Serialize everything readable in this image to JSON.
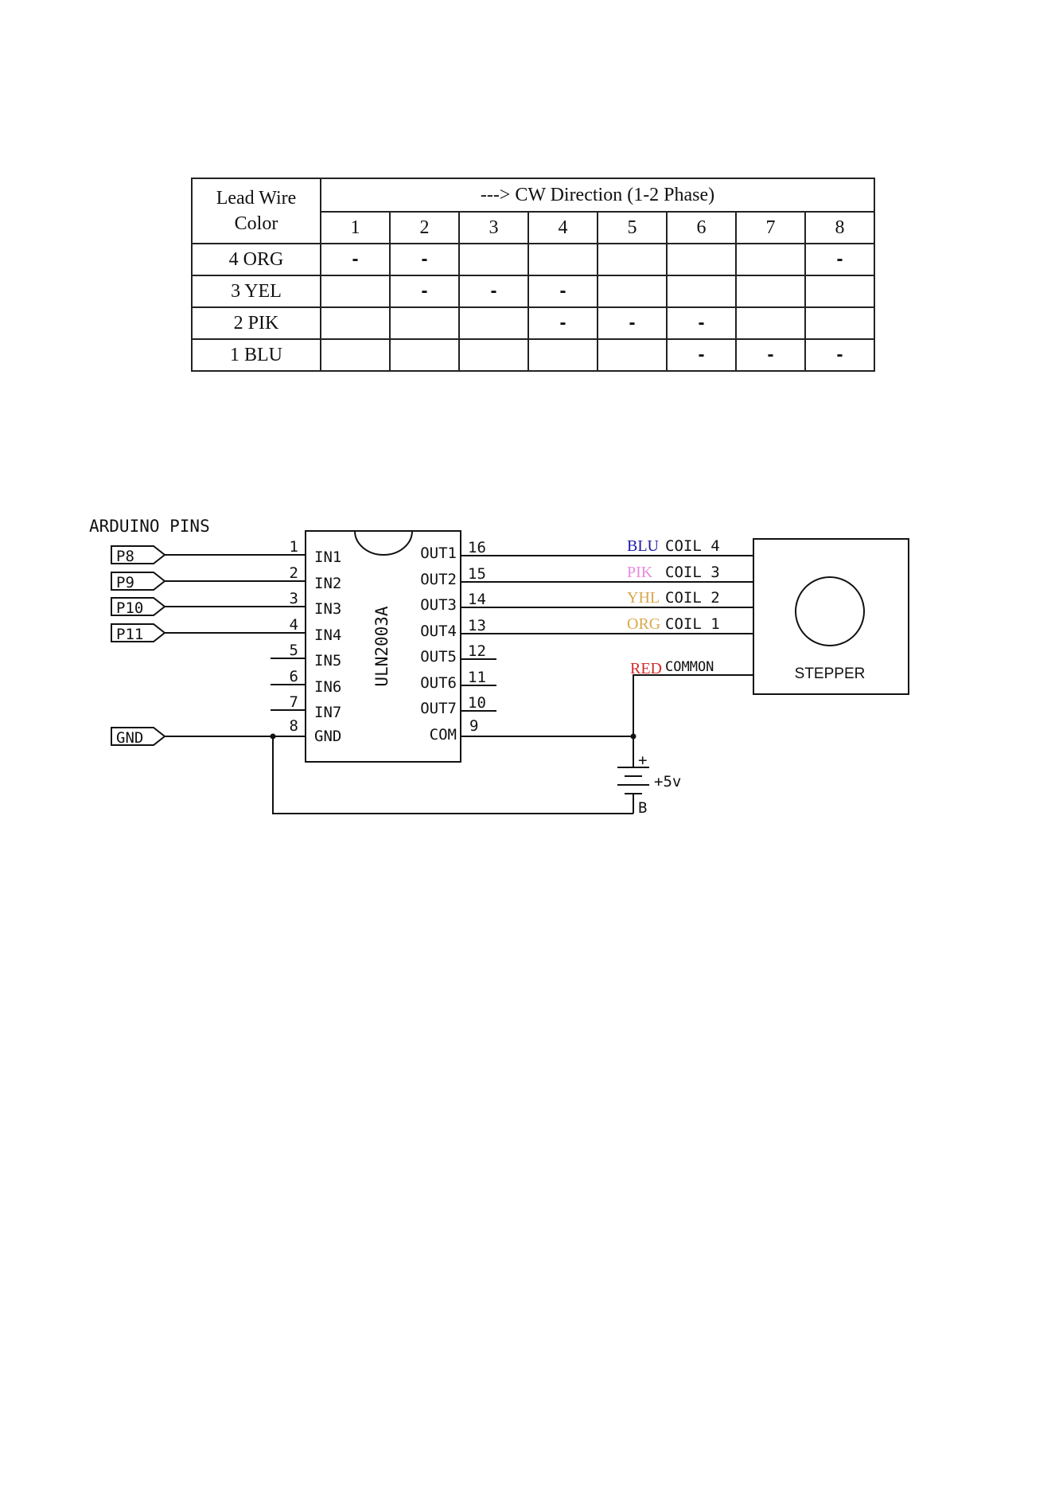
{
  "phase_table": {
    "corner_header": [
      "Lead Wire",
      "Color"
    ],
    "direction_header": "---> CW Direction (1-2 Phase)",
    "steps": [
      "1",
      "2",
      "3",
      "4",
      "5",
      "6",
      "7",
      "8"
    ],
    "rows": [
      {
        "label": "4 ORG",
        "cells": [
          "-",
          "-",
          "",
          "",
          "",
          "",
          "",
          "-"
        ]
      },
      {
        "label": "3 YEL",
        "cells": [
          "",
          "-",
          "-",
          "-",
          "",
          "",
          "",
          ""
        ]
      },
      {
        "label": "2 PIK",
        "cells": [
          "",
          "",
          "",
          "-",
          "-",
          "-",
          "",
          ""
        ]
      },
      {
        "label": "1 BLU",
        "cells": [
          "",
          "",
          "",
          "",
          "",
          "-",
          "-",
          "-"
        ]
      }
    ]
  },
  "schematic": {
    "arduino_title": "ARDUINO PINS",
    "arduino_pins": [
      "P8",
      "P9",
      "P10",
      "P11"
    ],
    "gnd_label": "GND",
    "chip_name": "ULN2003A",
    "chip_left_pins": [
      {
        "num": "1",
        "label": "IN1"
      },
      {
        "num": "2",
        "label": "IN2"
      },
      {
        "num": "3",
        "label": "IN3"
      },
      {
        "num": "4",
        "label": "IN4"
      },
      {
        "num": "5",
        "label": "IN5"
      },
      {
        "num": "6",
        "label": "IN6"
      },
      {
        "num": "7",
        "label": "IN7"
      },
      {
        "num": "8",
        "label": "GND"
      }
    ],
    "chip_right_pins": [
      {
        "num": "16",
        "label": "OUT1"
      },
      {
        "num": "15",
        "label": "OUT2"
      },
      {
        "num": "14",
        "label": "OUT3"
      },
      {
        "num": "13",
        "label": "OUT4"
      },
      {
        "num": "12",
        "label": "OUT5"
      },
      {
        "num": "11",
        "label": "OUT6"
      },
      {
        "num": "10",
        "label": "OUT7"
      },
      {
        "num": "9",
        "label": "COM"
      }
    ],
    "coils": [
      {
        "color_label": "BLU",
        "color": "#1a1aa8",
        "coil": "COIL 4"
      },
      {
        "color_label": "PIK",
        "color": "#e88ae0",
        "coil": "COIL 3"
      },
      {
        "color_label": "YHL",
        "color": "#d9a84a",
        "coil": "COIL 2"
      },
      {
        "color_label": "ORG",
        "color": "#d9a84a",
        "coil": "COIL 1"
      }
    ],
    "common": {
      "color_label": "RED",
      "color": "#d42a2a",
      "label": "COMMON"
    },
    "motor_label": "STEPPER",
    "battery": {
      "plus": "+",
      "voltage": "+5v",
      "name": "B"
    }
  }
}
